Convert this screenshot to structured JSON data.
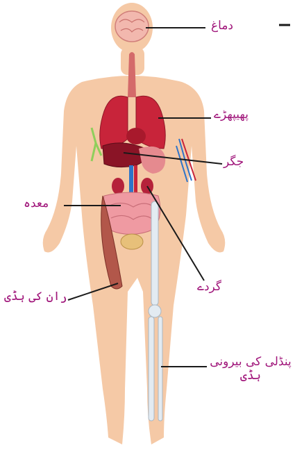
{
  "labels": {
    "brain": "دماغ",
    "lungs": "پھیپھڑے",
    "liver": "جگر",
    "stomach": "معدہ",
    "kidneys": "گردے",
    "femur": "ران کی ہڈی",
    "fibula_line1": "پنڈلی کی بیرونی",
    "fibula_line2": "ہڈی"
  },
  "colors": {
    "label_text": "#a0157a",
    "skin": "#f5c9a6",
    "organ_red": "#c8243a",
    "leader_line": "#1a1a1a"
  }
}
